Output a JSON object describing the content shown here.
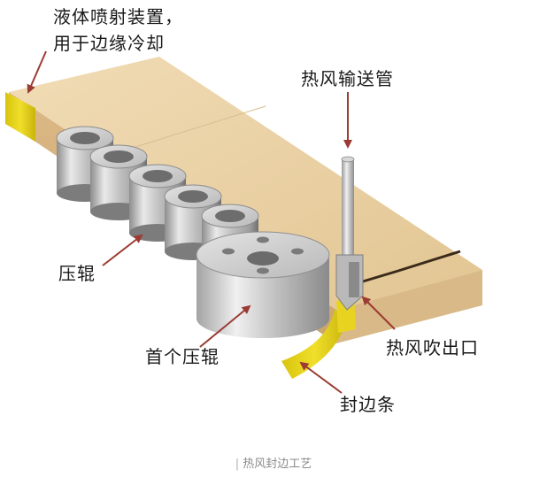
{
  "labels": {
    "liquid_spray_line1": "液体喷射装置，",
    "liquid_spray_line2": "用于边缘冷却",
    "hot_air_pipe": "热风输送管",
    "press_roller": "压辊",
    "first_press_roller": "首个压辊",
    "hot_air_outlet": "热风吹出口",
    "edge_band": "封边条"
  },
  "caption": {
    "bar": "|",
    "text": "热风封边工艺"
  },
  "colors": {
    "board_top": "#ecd4ab",
    "board_front": "#d6b37f",
    "edge_band": "#e6d21a",
    "arrow": "#9b3b33",
    "roller_metal": "#c8c8c8"
  }
}
